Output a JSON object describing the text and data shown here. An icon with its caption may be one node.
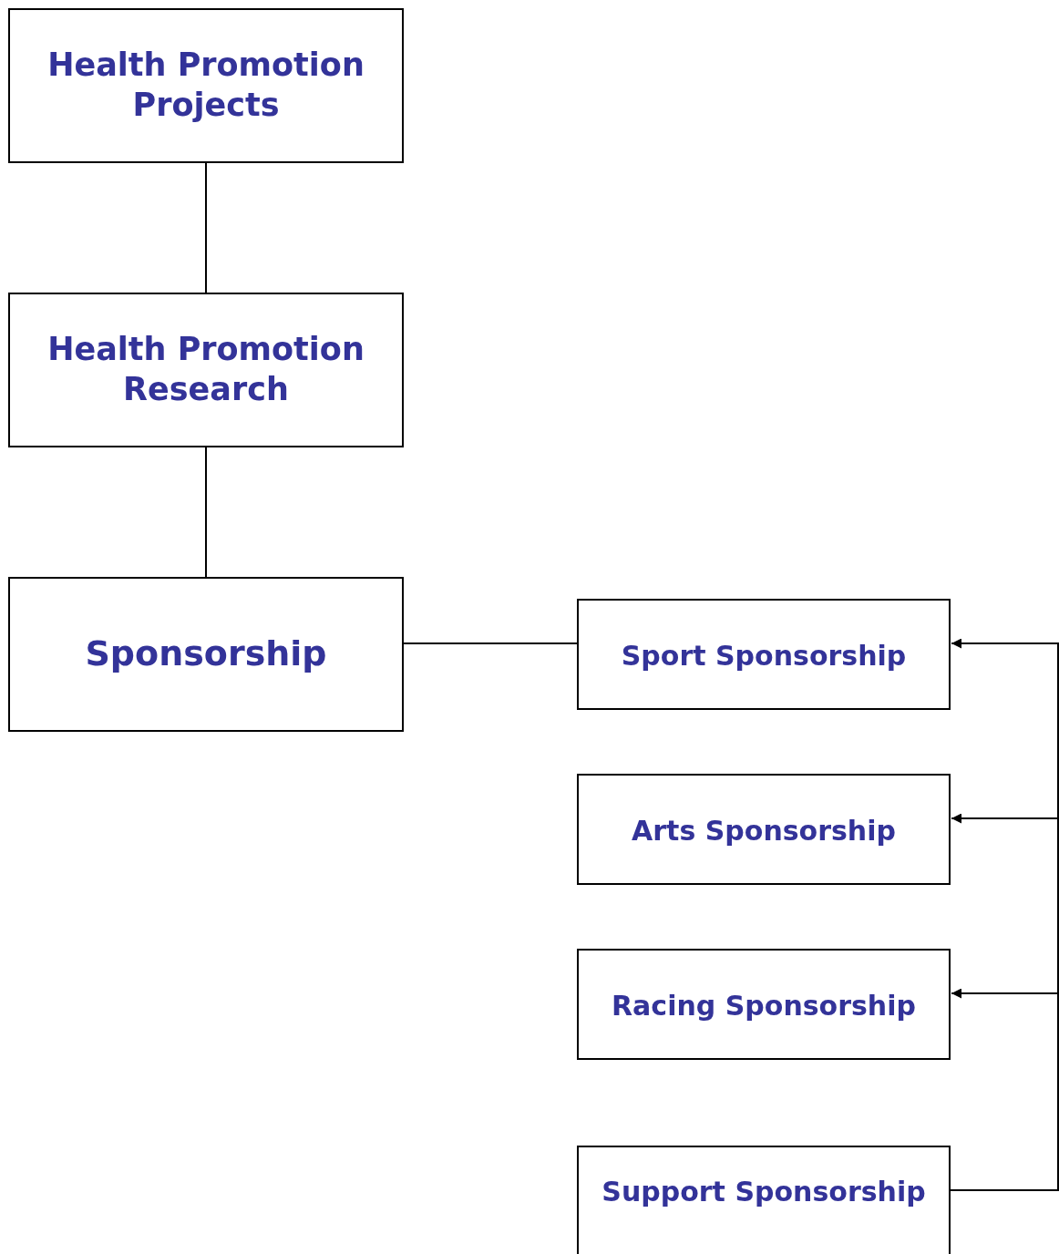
{
  "diagram": {
    "nodes": [
      {
        "text": [
          "Health Promotion Projects"
        ]
      },
      {
        "text": [
          "Health Promotion Research"
        ]
      },
      {
        "text": [
          "Sponsorship"
        ]
      },
      {
        "text": [
          "Sport Sponsorship"
        ]
      },
      {
        "text": [
          "Arts Sponsorship"
        ]
      },
      {
        "text": [
          "Racing Sponsorship"
        ]
      },
      {
        "text": [
          "Support Sponsorship"
        ]
      }
    ],
    "edges": [
      {
        "from": 0,
        "to": 1,
        "arrow": "none"
      },
      {
        "from": 1,
        "to": 2,
        "arrow": "none"
      },
      {
        "from": 2,
        "to": 3,
        "arrow": "none"
      },
      {
        "from": 6,
        "to": 3,
        "arrow": "to"
      },
      {
        "from": 6,
        "to": 4,
        "arrow": "to"
      },
      {
        "from": 6,
        "to": 5,
        "arrow": "to"
      }
    ]
  }
}
